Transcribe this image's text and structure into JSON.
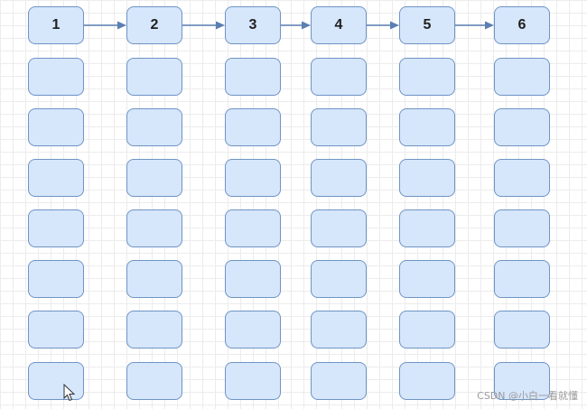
{
  "diagram": {
    "header_nodes": [
      "1",
      "2",
      "3",
      "4",
      "5",
      "6"
    ],
    "empty_rows": 7,
    "colors": {
      "node_fill": "#d6e6fb",
      "node_border": "#6f94c4",
      "arrow": "#5a7fb2"
    }
  },
  "cursor": "mouse-pointer-icon",
  "watermark": "CSDN @小白一看就懂"
}
